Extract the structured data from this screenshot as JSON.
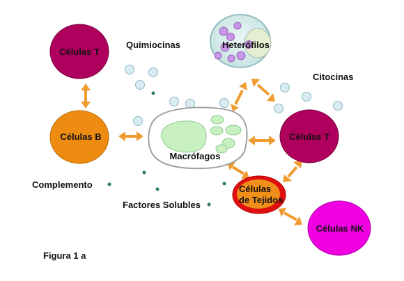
{
  "labels": {
    "t_cells_top": "Células T",
    "chemokines": "Quimiocinas",
    "heterophils": "Heterófilos",
    "cytokines": "Citocinas",
    "b_cells": "Células B",
    "t_cells_right": "Células T",
    "macrophages": "Macrófagos",
    "complement": "Complemento",
    "tissue_cells_line1": "Células",
    "tissue_cells_line2": "de Tejidos",
    "soluble_factors": "Factores Solubles",
    "nk_cells": "Células NK",
    "figure": "Figura 1 a"
  },
  "colors": {
    "t_cells": "#b0005e",
    "b_cells": "#ee8c12",
    "nk_cells": "#f000e0",
    "tissue_outer": "#e01010",
    "tissue_inner": "#f0901a",
    "heterophil_body": "#cfeae8",
    "heterophil_granule": "#c896e6",
    "macrophage_vacuole": "#c8f0c0",
    "arrow": "#ef9b30",
    "chemokine_dot": "#d8ecf2",
    "small_dot": "#2a7a68"
  }
}
